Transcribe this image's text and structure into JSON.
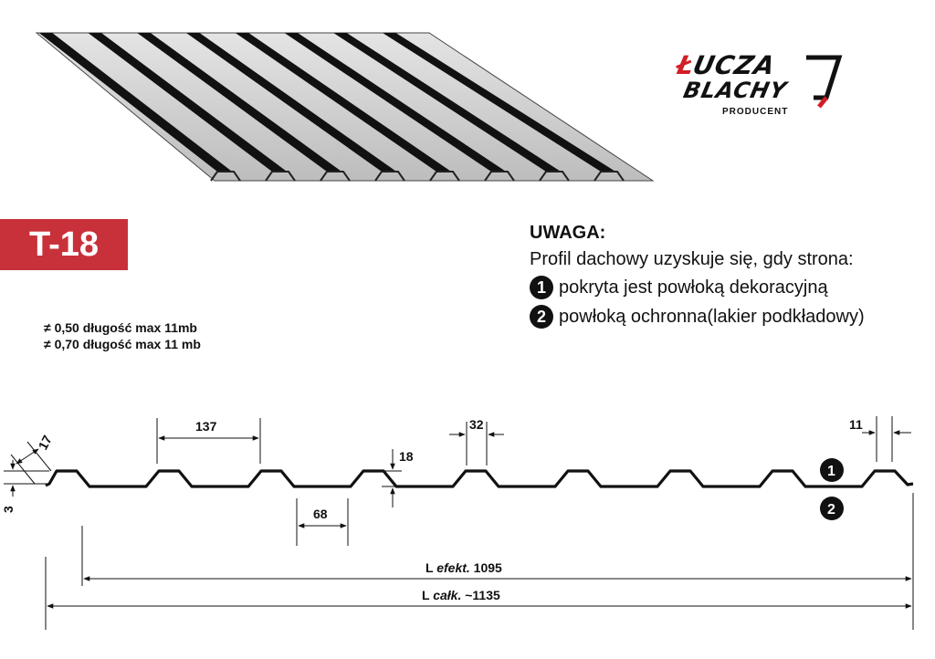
{
  "logo": {
    "line1": "ŁUCZA",
    "line2": "BLACHY",
    "subtitle": "PRODUCENT",
    "accent_color": "#d21f26"
  },
  "badge": {
    "label": "T-18",
    "color": "#c8313a"
  },
  "note": {
    "title": "UWAGA:",
    "intro": "Profil dachowy uzyskuje się, gdy strona:",
    "items": [
      {
        "number": "1",
        "text": "pokryta jest powłoką dekoracyjną"
      },
      {
        "number": "2",
        "text": "powłoką ochronna(lakier podkładowy)"
      }
    ]
  },
  "specs": [
    "≠ 0,50 długość max 11mb",
    "≠ 0,70 długość max 11 mb"
  ],
  "dimensions": {
    "rib_pitch": "137",
    "valley_width": "68",
    "rib_top": "32",
    "rib_height": "18",
    "edge_17": "17",
    "edge_3": "3",
    "edge_11": "11",
    "l_eff_prefix": "L ",
    "l_eff_italic": "efekt.",
    "l_eff_value": " 1095",
    "l_total_prefix": "L ",
    "l_total_italic": "całk.",
    "l_total_value": " ~1135"
  },
  "markers": {
    "side1": "1",
    "side2": "2"
  }
}
